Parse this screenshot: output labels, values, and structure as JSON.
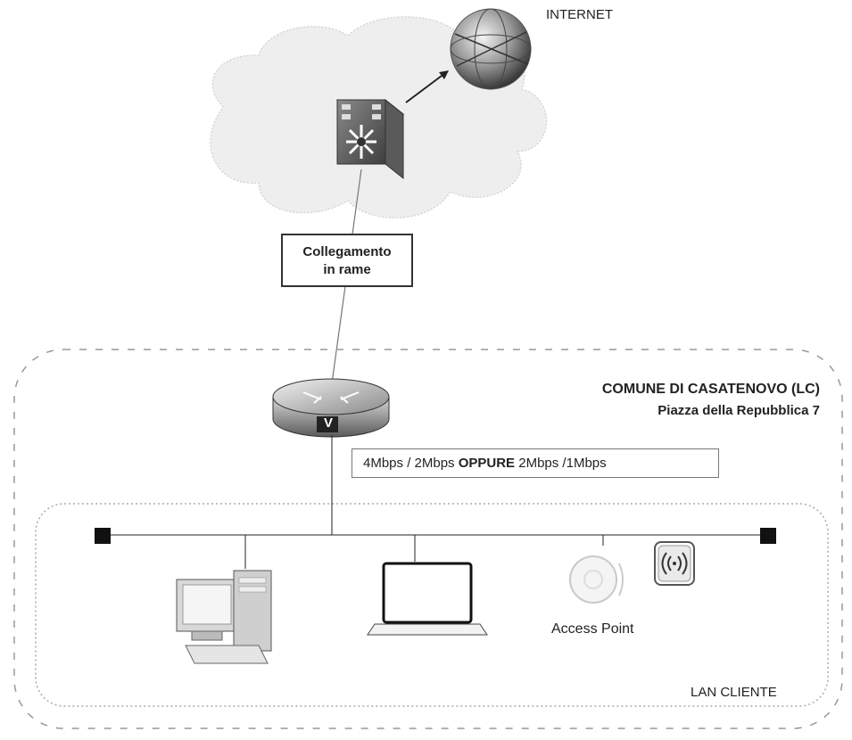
{
  "internet_label": "INTERNET",
  "link_label": {
    "line1": "Collegamento",
    "line2": "in rame"
  },
  "site": {
    "name": "COMUNE DI CASATENOVO (LC)",
    "address": "Piazza della Repubblica 7"
  },
  "bandwidth": {
    "part1": "4Mbps / 2Mbps ",
    "emphasis": "OPPURE",
    "part2": " 2Mbps /1Mbps"
  },
  "router_badge": "V",
  "access_point_label": "Access Point",
  "lan_label": "LAN CLIENTE",
  "icons": [
    "cloud-icon",
    "globe-icon",
    "switch-icon",
    "router-icon",
    "desktop-pc-icon",
    "laptop-icon",
    "access-point-icon",
    "wireless-icon",
    "terminator-icon"
  ]
}
